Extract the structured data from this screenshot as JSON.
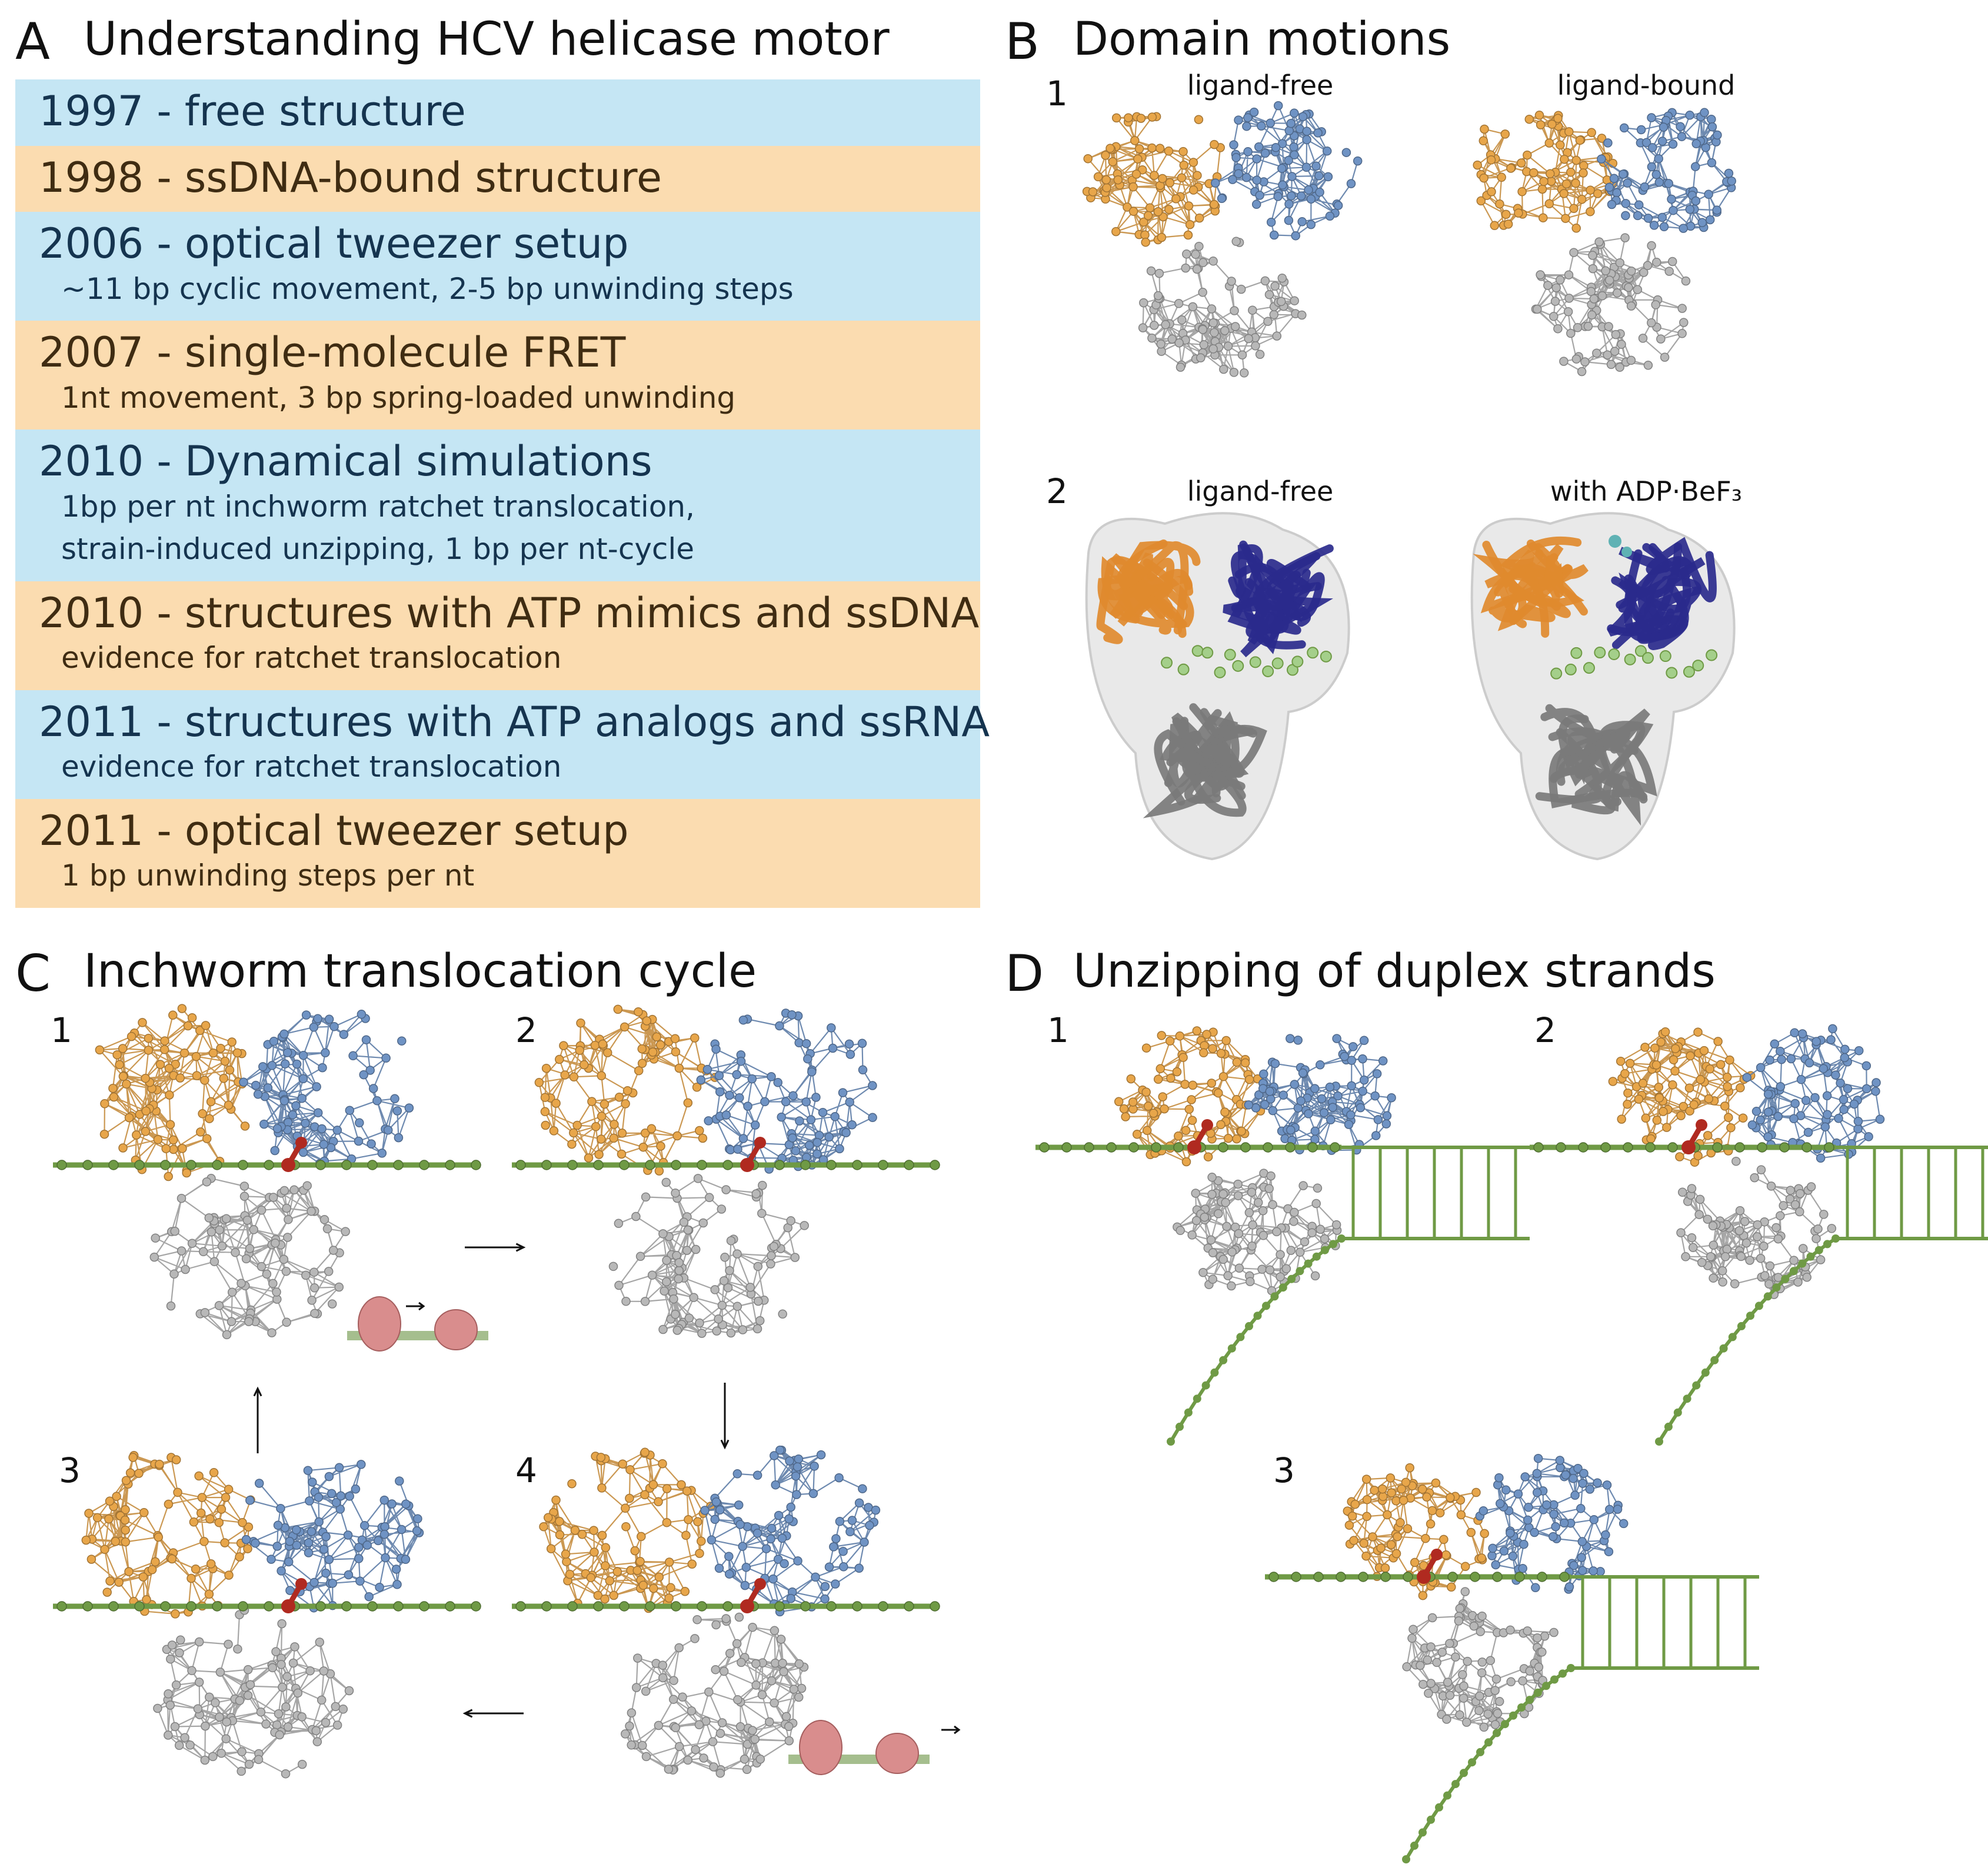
{
  "panel_a": {
    "letter": "A",
    "title": "Understanding HCV helicase motor",
    "timeline": [
      {
        "heading": "1997 - free structure",
        "details": [],
        "color": "#c5e6f4"
      },
      {
        "heading": "1998 - ssDNA-bound structure",
        "details": [],
        "color": "#fbdcb0"
      },
      {
        "heading": "2006 - optical tweezer setup",
        "details": [
          "~11 bp cyclic movement, 2-5 bp unwinding steps"
        ],
        "color": "#c5e6f4"
      },
      {
        "heading": "2007 - single-molecule FRET",
        "details": [
          "1nt movement, 3 bp spring-loaded unwinding"
        ],
        "color": "#fbdcb0"
      },
      {
        "heading": "2010 - Dynamical simulations",
        "details": [
          "1bp per nt inchworm ratchet translocation,",
          "strain-induced unzipping, 1 bp per nt-cycle"
        ],
        "color": "#c5e6f4"
      },
      {
        "heading": "2010 - structures with ATP mimics and ssDNA",
        "details": [
          "evidence for ratchet translocation"
        ],
        "color": "#fbdcb0"
      },
      {
        "heading": "2011 - structures with ATP analogs and ssRNA",
        "details": [
          "evidence for ratchet translocation"
        ],
        "color": "#c5e6f4"
      },
      {
        "heading": "2011 - optical tweezer setup",
        "details": [
          "1 bp unwinding steps per nt"
        ],
        "color": "#fbdcb0"
      }
    ]
  },
  "panel_b": {
    "letter": "B",
    "title": "Domain motions",
    "row1_num": "1",
    "row2_num": "2",
    "captions": [
      "ligand-free",
      "ligand-bound",
      "ligand-free",
      "with ADP·BeF₃"
    ]
  },
  "panel_c": {
    "letter": "C",
    "title": "Inchworm translocation cycle",
    "nums": [
      "1",
      "2",
      "3",
      "4"
    ]
  },
  "panel_d": {
    "letter": "D",
    "title": "Unzipping of duplex strands",
    "nums": [
      "1",
      "2",
      "3"
    ]
  },
  "colors": {
    "domain1": "#e8a64a",
    "domain2": "#6f93c4",
    "domain3": "#b8b8b8",
    "ribbon1": "#e08a2e",
    "ribbon2": "#2a2a8c",
    "ribbon3": "#7a7a7a",
    "strand": "#6f9a45",
    "marker": "#b02a20",
    "hand": "#d98d8d"
  }
}
